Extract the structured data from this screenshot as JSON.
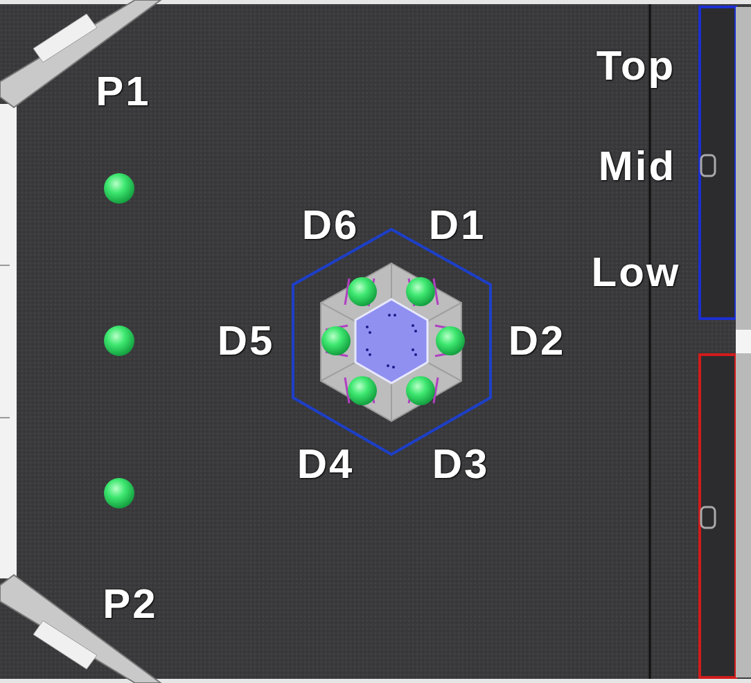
{
  "diagram": {
    "labels": [
      "Top",
      "P1",
      "Mid",
      "D6",
      "D1",
      "Low",
      "D5",
      "D2",
      "D4",
      "D3",
      "P2"
    ]
  }
}
